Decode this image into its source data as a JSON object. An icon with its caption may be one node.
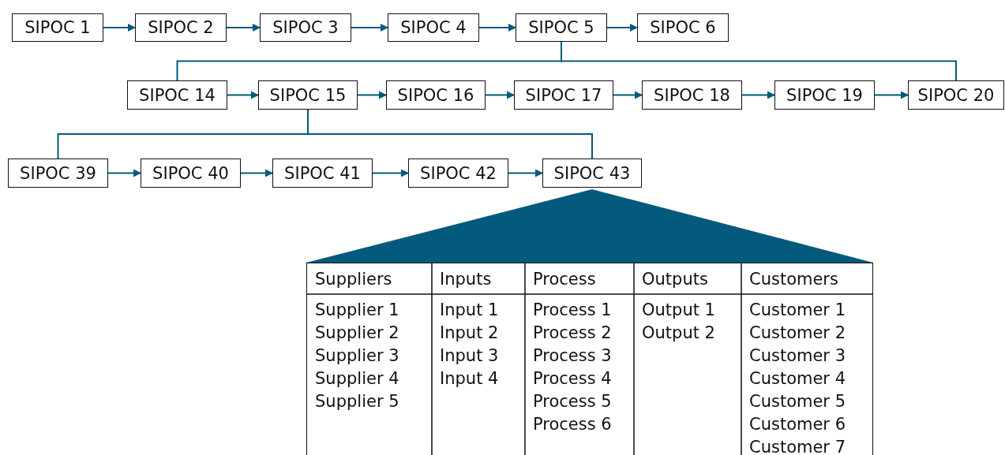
{
  "diagram": {
    "nodes": [
      {
        "text": [
          "SIPOC 1"
        ]
      },
      {
        "text": [
          "SIPOC 2"
        ]
      },
      {
        "text": [
          "SIPOC 3"
        ]
      },
      {
        "text": [
          "SIPOC 4"
        ]
      },
      {
        "text": [
          "SIPOC 5"
        ]
      },
      {
        "text": [
          "SIPOC 6"
        ]
      },
      {
        "text": [
          "SIPOC 14"
        ]
      },
      {
        "text": [
          "SIPOC 15"
        ]
      },
      {
        "text": [
          "SIPOC 16"
        ]
      },
      {
        "text": [
          "SIPOC 17"
        ]
      },
      {
        "text": [
          "SIPOC 18"
        ]
      },
      {
        "text": [
          "SIPOC 19"
        ]
      },
      {
        "text": [
          "SIPOC 20"
        ]
      },
      {
        "text": [
          "SIPOC 39"
        ]
      },
      {
        "text": [
          "SIPOC 40"
        ]
      },
      {
        "text": [
          "SIPOC 41"
        ]
      },
      {
        "text": [
          "SIPOC 42"
        ]
      },
      {
        "text": [
          "SIPOC 43"
        ]
      },
      {
        "text": [],
        "shape": "box"
      }
    ],
    "edges": [
      {
        "from": 0,
        "to": 1,
        "arrow": "to"
      },
      {
        "from": 1,
        "to": 2,
        "arrow": "to"
      },
      {
        "from": 2,
        "to": 3,
        "arrow": "to"
      },
      {
        "from": 3,
        "to": 4,
        "arrow": "to"
      },
      {
        "from": 4,
        "to": 5,
        "arrow": "to"
      },
      {
        "from": 4,
        "to": 6,
        "arrow": "none"
      },
      {
        "from": 4,
        "to": 12,
        "arrow": "none"
      },
      {
        "from": 6,
        "to": 7,
        "arrow": "to"
      },
      {
        "from": 7,
        "to": 8,
        "arrow": "to"
      },
      {
        "from": 8,
        "to": 9,
        "arrow": "to"
      },
      {
        "from": 9,
        "to": 10,
        "arrow": "to"
      },
      {
        "from": 10,
        "to": 11,
        "arrow": "to"
      },
      {
        "from": 11,
        "to": 12,
        "arrow": "to"
      },
      {
        "from": 7,
        "to": 13,
        "arrow": "none"
      },
      {
        "from": 7,
        "to": 17,
        "arrow": "none"
      },
      {
        "from": 13,
        "to": 14,
        "arrow": "to"
      },
      {
        "from": 14,
        "to": 15,
        "arrow": "to"
      },
      {
        "from": 15,
        "to": 16,
        "arrow": "to"
      },
      {
        "from": 16,
        "to": 17,
        "arrow": "to"
      },
      {
        "from": 17,
        "to": 18,
        "arrow": "none",
        "style": "thick"
      }
    ],
    "labels": [
      "Suppliers",
      "Inputs",
      "Process",
      "Outputs",
      "Customers",
      "Supplier 1",
      "Input 1",
      "Process 1",
      "Output 1",
      "Customer 1",
      "Supplier 2",
      "Input 2",
      "Process 2",
      "Output 2",
      "Customer 2",
      "Supplier 3",
      "Input 3",
      "Process 3",
      "Customer 3",
      "Supplier 4",
      "Input 4",
      "Process 4",
      "Customer 4",
      "Supplier 5",
      "Process 5",
      "Customer 5",
      "Process 6",
      "Customer 6",
      "Customer 7"
    ]
  }
}
